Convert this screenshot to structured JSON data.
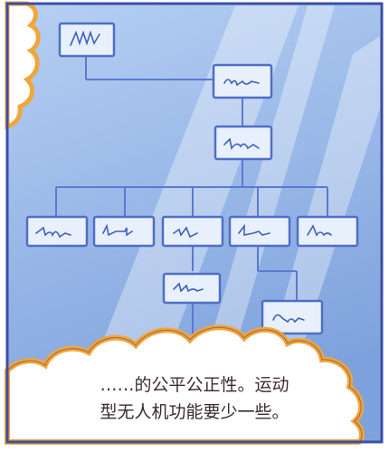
{
  "chart_nodes": [
    {
      "id": "top",
      "scribble": "illegible-handwriting"
    },
    {
      "id": "level2",
      "scribble": "illegible-handwriting"
    },
    {
      "id": "level3",
      "scribble": "illegible-handwriting"
    },
    {
      "id": "child1",
      "scribble": "illegible-handwriting"
    },
    {
      "id": "child2",
      "scribble": "illegible-handwriting"
    },
    {
      "id": "child3",
      "scribble": "illegible-handwriting"
    },
    {
      "id": "child4",
      "scribble": "illegible-handwriting"
    },
    {
      "id": "child5",
      "scribble": "illegible-handwriting"
    },
    {
      "id": "sub-left",
      "scribble": "illegible-handwriting"
    },
    {
      "id": "sub-right",
      "scribble": "illegible-handwriting"
    }
  ],
  "caption": {
    "line1": "……的公平公正性。运动",
    "line2": "型无人机功能要少一些。"
  },
  "colors": {
    "sky_top": "#a9c6ee",
    "sky_bottom": "#7fa6e0",
    "frame": "#3a4fa6",
    "cloud_fill": "#ffffff",
    "cloud_outline": "#f0a63a",
    "node_fill": "#e8f0fc",
    "node_stroke": "#4f6fc6",
    "line": "#5a7ad0"
  }
}
